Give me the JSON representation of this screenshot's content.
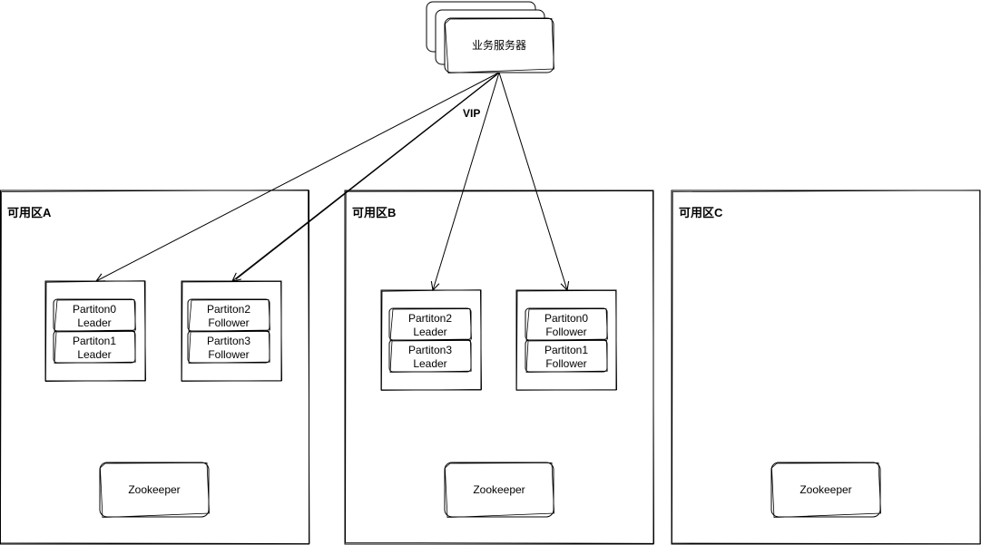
{
  "server": {
    "label": "业务服务器"
  },
  "vip": {
    "label": "VIP"
  },
  "zones": [
    {
      "label": "可用区A",
      "brokers": [
        {
          "partitions": [
            {
              "name": "Partiton0",
              "role": "Leader"
            },
            {
              "name": "Partiton1",
              "role": "Leader"
            }
          ]
        },
        {
          "partitions": [
            {
              "name": "Partiton2",
              "role": "Follower"
            },
            {
              "name": "Partiton3",
              "role": "Follower"
            }
          ]
        }
      ],
      "zookeeper": "Zookeeper"
    },
    {
      "label": "可用区B",
      "brokers": [
        {
          "partitions": [
            {
              "name": "Partiton2",
              "role": "Leader"
            },
            {
              "name": "Partiton3",
              "role": "Leader"
            }
          ]
        },
        {
          "partitions": [
            {
              "name": "Partiton0",
              "role": "Follower"
            },
            {
              "name": "Partiton1",
              "role": "Follower"
            }
          ]
        }
      ],
      "zookeeper": "Zookeeper"
    },
    {
      "label": "可用区C",
      "brokers": [],
      "zookeeper": "Zookeeper"
    }
  ]
}
